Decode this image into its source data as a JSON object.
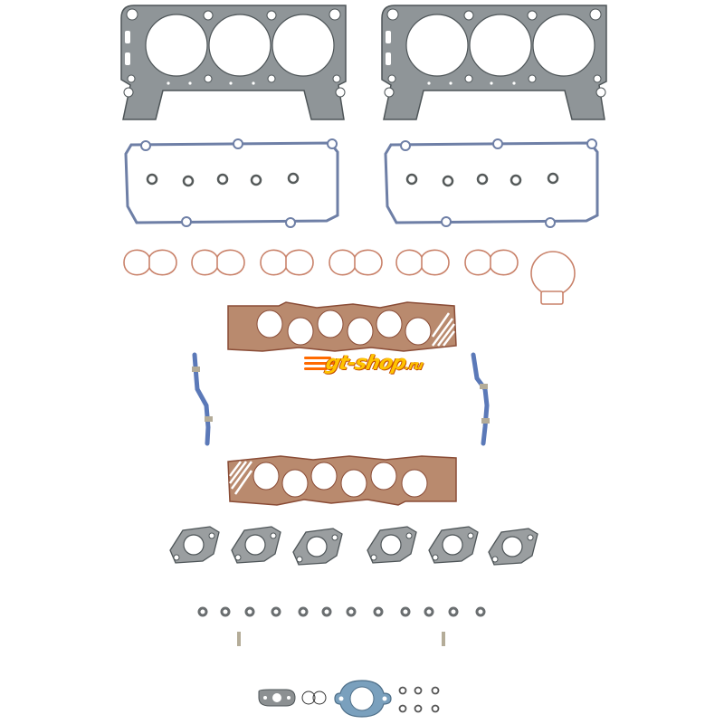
{
  "image": {
    "subject": "Engine cylinder head gasket set (V6) laid out on white background",
    "background_color": "#ffffff",
    "watermark": {
      "text": "gt-shop",
      "suffix": ".ru",
      "fill_color": "#ffc400",
      "outline_color": "#c24a00",
      "streak_color": "#ff6a00"
    },
    "colors": {
      "metal_gray": "#8f9598",
      "metal_edge": "#4e5558",
      "blue_rubber": "#5b79b8",
      "valve_cover_outline": "#6e7fa6",
      "copper_orange": "#c9826a",
      "intake_brown": "#a8725c",
      "intake_fill": "#b98a6e",
      "seal_gray": "#7a7e80",
      "thermostat_blue": "#7aa0bd",
      "dowel_tan": "#b4ac98"
    },
    "parts": [
      {
        "name": "cylinder-head-gasket",
        "count": 2,
        "color": "metal_gray",
        "bores": 3
      },
      {
        "name": "valve-cover-gasket",
        "count": 2,
        "color": "blue_rubber",
        "spark_plug_seals_each": 5
      },
      {
        "name": "upper-intake-plenum-gasket",
        "count": 6,
        "color": "copper_orange"
      },
      {
        "name": "throttle-body-gasket",
        "count": 1,
        "color": "copper_orange"
      },
      {
        "name": "intake-manifold-gasket",
        "count": 2,
        "color": "intake_brown",
        "ports": 6
      },
      {
        "name": "end-seal-strip",
        "count": 2,
        "color": "blue_rubber"
      },
      {
        "name": "exhaust-manifold-gasket",
        "count": 6,
        "color": "metal_gray"
      },
      {
        "name": "valve-stem-seal",
        "count": 12,
        "color": "seal_gray"
      },
      {
        "name": "dowel-pin",
        "count": 2,
        "color": "dowel_tan"
      },
      {
        "name": "egr-flange-gasket",
        "count": 1,
        "color": "metal_gray"
      },
      {
        "name": "o-ring-pair",
        "count": 1,
        "color": "seal_gray"
      },
      {
        "name": "thermostat-housing-gasket",
        "count": 1,
        "color": "thermostat_blue"
      },
      {
        "name": "small-o-ring",
        "count": 6,
        "color": "seal_gray"
      }
    ]
  }
}
